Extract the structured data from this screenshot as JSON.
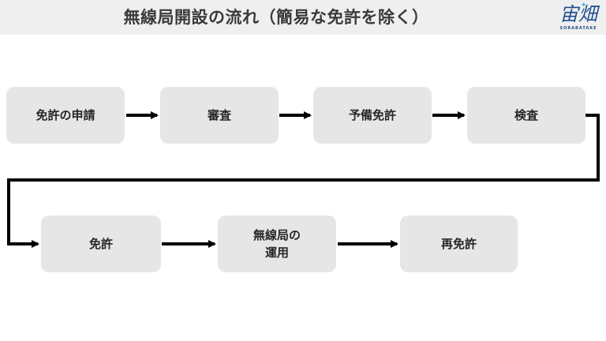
{
  "header": {
    "title": "無線局開設の流れ（簡易な免許を除く）",
    "logo_mark": "宙畑",
    "logo_subtitle": "SORABATAKE"
  },
  "flow": {
    "steps": [
      {
        "label": "免許の申請"
      },
      {
        "label": "審査"
      },
      {
        "label": "予備免許"
      },
      {
        "label": "検査"
      },
      {
        "label": "免許"
      },
      {
        "label": "無線局の\n運用"
      },
      {
        "label": "再免許"
      }
    ]
  },
  "colors": {
    "box_fill": "#e6e6e6",
    "arrow": "#000000",
    "title_bar": "#efefef",
    "logo": "#1f4e8c"
  }
}
